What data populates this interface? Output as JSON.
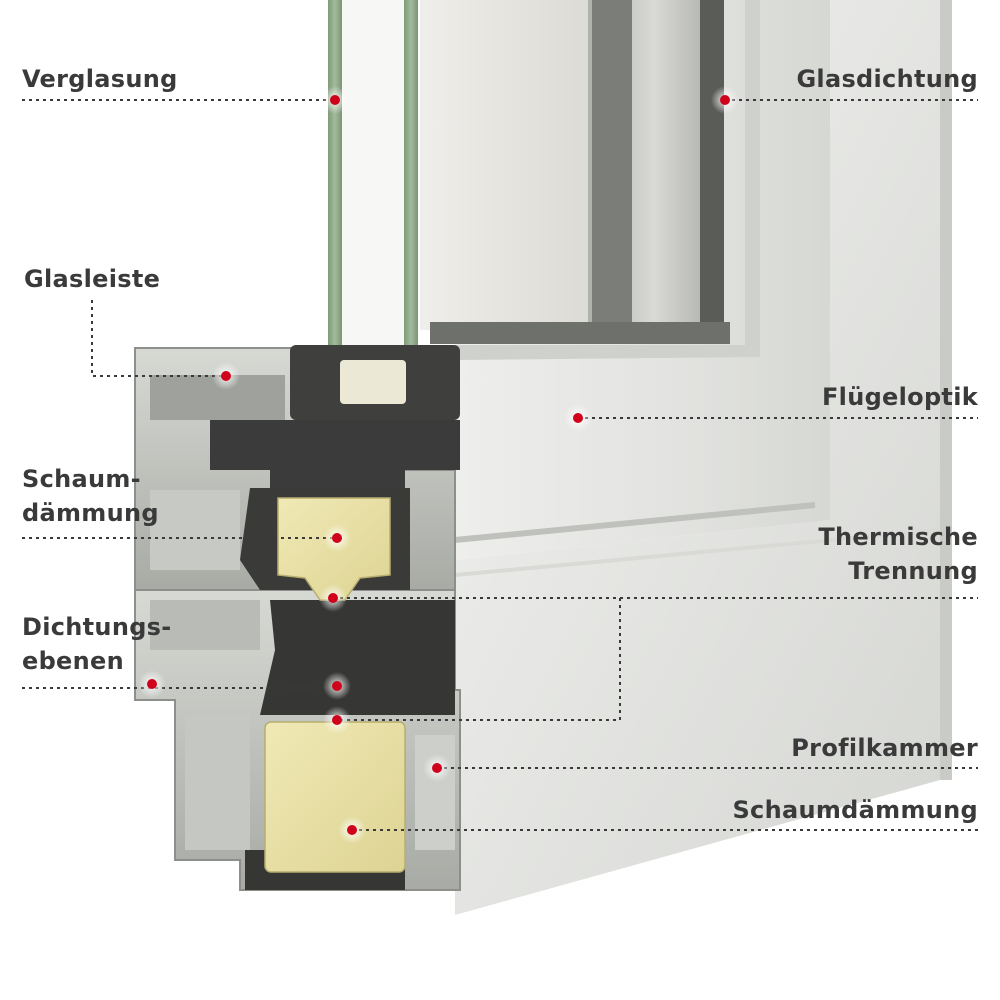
{
  "colors": {
    "label_text": "#3a3a3a",
    "marker": "#d0021b",
    "leader": "#3a3a3a",
    "aluminium": "#bfc2bd",
    "glass": "#8fa98a",
    "foam": "#e8e0a4",
    "gasket": "#3b3b3b"
  },
  "labels": {
    "verglasung": [
      "Verglasung"
    ],
    "glasdichtung": [
      "Glasdichtung"
    ],
    "glasleiste": [
      "Glasleiste"
    ],
    "fluegeloptik": [
      "Flügeloptik"
    ],
    "schaumdaemmung_upper": [
      "Schaum-",
      "dämmung"
    ],
    "thermische_trennung": [
      "Thermische",
      "Trennung"
    ],
    "dichtungsebenen": [
      "Dichtungs-",
      "ebenen"
    ],
    "profilkammer": [
      "Profilkammer"
    ],
    "schaumdaemmung_lower": [
      "Schaumdämmung"
    ]
  }
}
